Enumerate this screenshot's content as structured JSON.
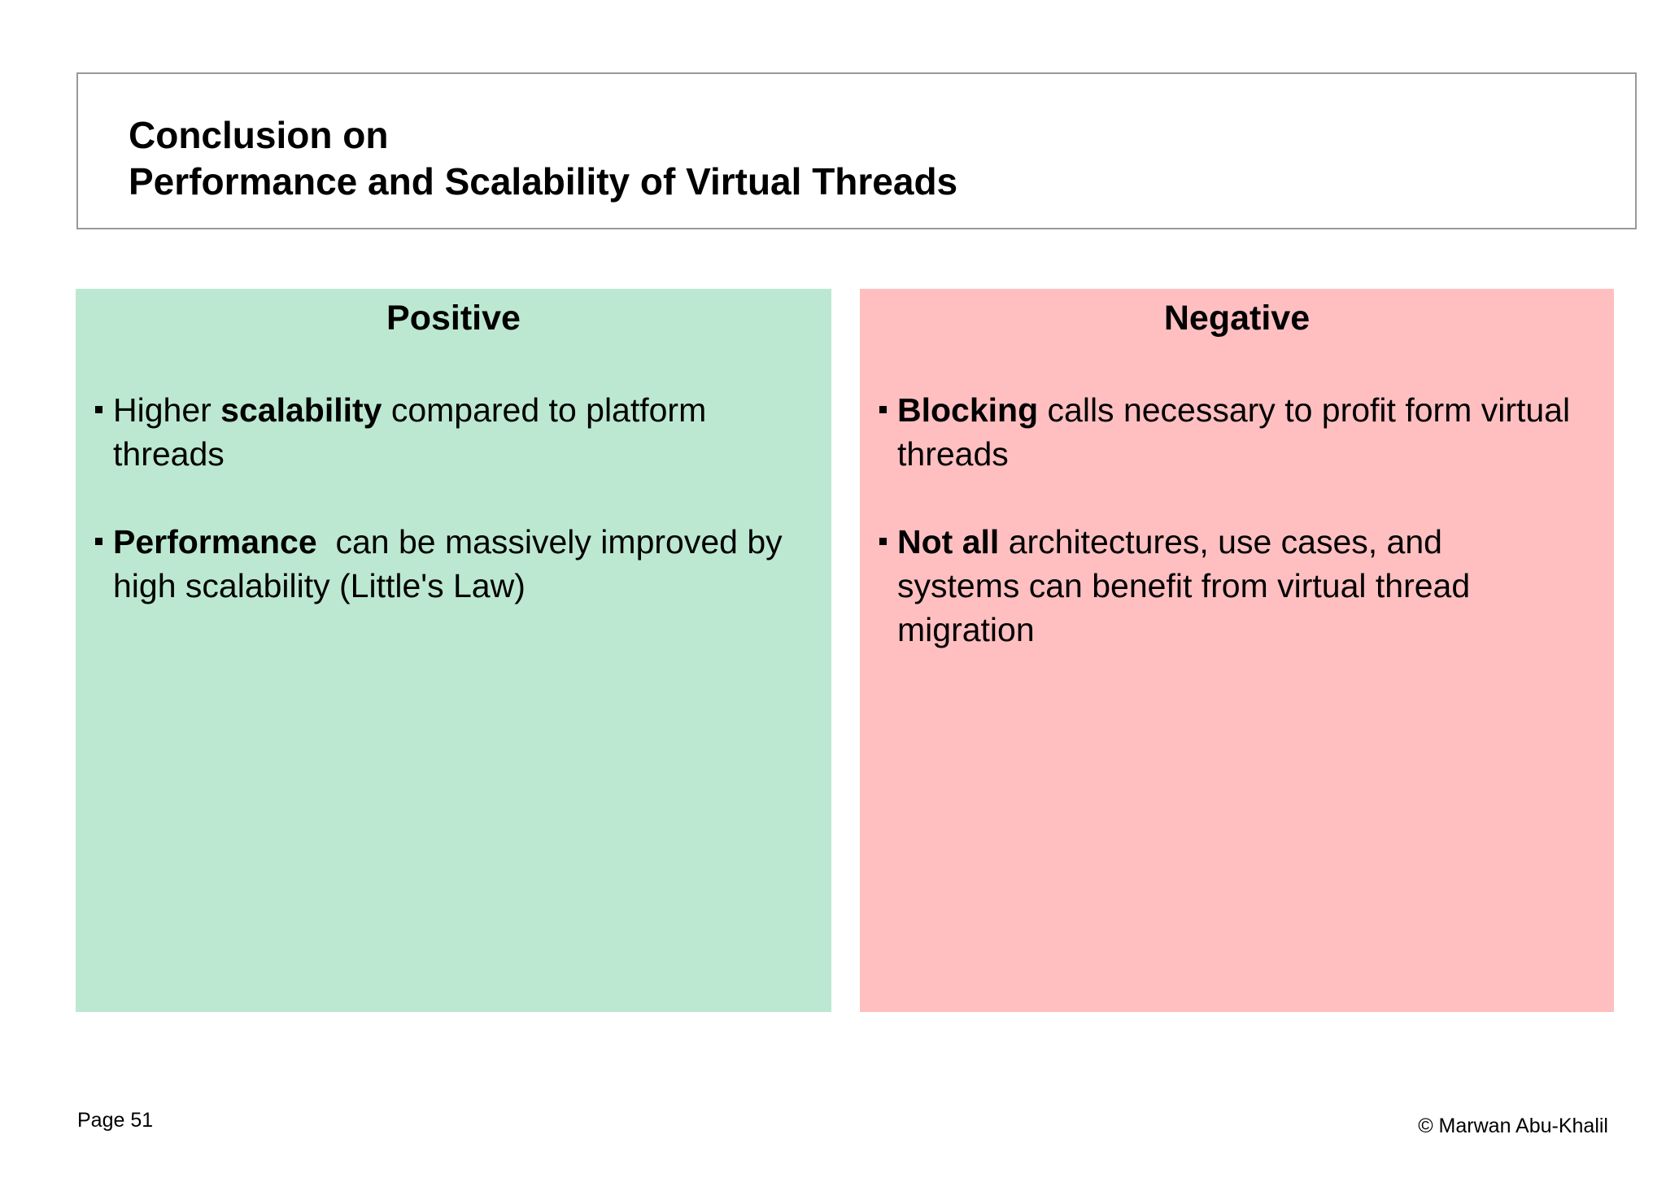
{
  "slide": {
    "title": {
      "lines": [
        "Conclusion on",
        "Performance and Scalability of Virtual Threads"
      ]
    },
    "panels": [
      {
        "id": "positive",
        "header": "Positive",
        "bg": "#bce8d1",
        "bullets": [
          {
            "segments": [
              {
                "text": "Higher ",
                "bold": false
              },
              {
                "text": "scalability",
                "bold": true
              },
              {
                "text": " compared to platform threads",
                "bold": false
              }
            ]
          },
          {
            "segments": [
              {
                "text": "Performance",
                "bold": true
              },
              {
                "text": "  can be massively improved by high scalability (Little's Law)",
                "bold": false
              }
            ]
          }
        ]
      },
      {
        "id": "negative",
        "header": "Negative",
        "bg": "#ffbfc1",
        "bullets": [
          {
            "segments": [
              {
                "text": "Blocking",
                "bold": true
              },
              {
                "text": " calls necessary to profit form virtual threads",
                "bold": false
              }
            ]
          },
          {
            "segments": [
              {
                "text": "Not all",
                "bold": true
              },
              {
                "text": " architectures, use cases, and systems can benefit from virtual thread migration",
                "bold": false
              }
            ]
          }
        ]
      }
    ],
    "footer": {
      "page_label": "Page 51",
      "copyright": "© Marwan Abu-Khalil"
    },
    "colors": {
      "positive_bg": "#bce8d1",
      "negative_bg": "#ffbfc1",
      "title_border": "#999999",
      "text": "#000000",
      "page_bg": "#ffffff"
    }
  }
}
